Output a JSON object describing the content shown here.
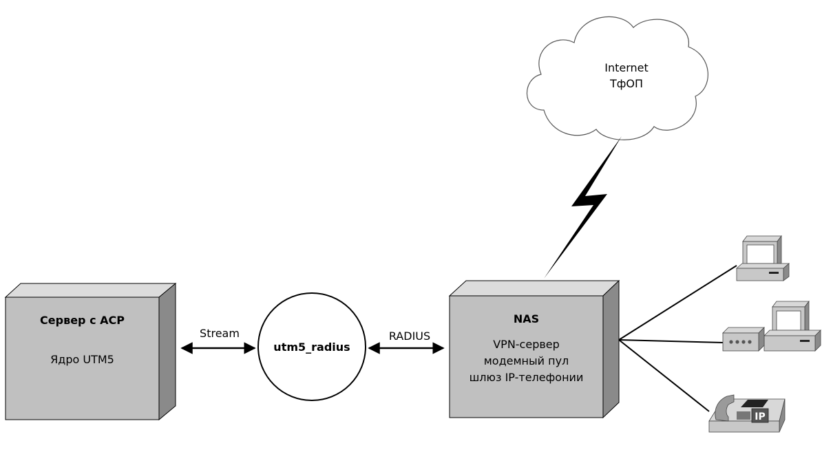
{
  "server": {
    "title": "Сервер с АСР",
    "subtitle": "Ядро UTM5"
  },
  "stream_label": "Stream",
  "radius_node": {
    "label": "utm5_radius"
  },
  "radius_label": "RADIUS",
  "nas": {
    "title": "NAS",
    "lines": [
      "VPN-сервер",
      "модемный пул",
      "шлюз IP-телефонии"
    ]
  },
  "cloud": {
    "lines": [
      "Internet",
      "ТфОП"
    ]
  },
  "phone": {
    "badge": "IP"
  },
  "colors": {
    "box_front": "#c0c0c0",
    "box_top": "#dcdcdc",
    "box_side": "#8a8a8a",
    "stroke": "#000000"
  }
}
